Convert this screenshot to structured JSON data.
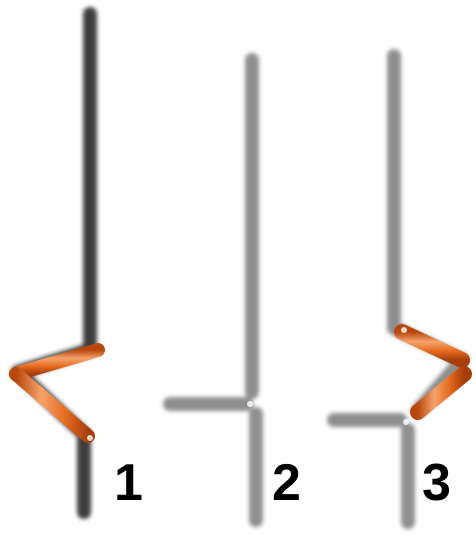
{
  "diagram": {
    "labels": [
      "1",
      "2",
      "3"
    ],
    "rod_color": "#e1661c",
    "rod_highlight": "#f4a46b",
    "shadow_color": "#000000"
  }
}
